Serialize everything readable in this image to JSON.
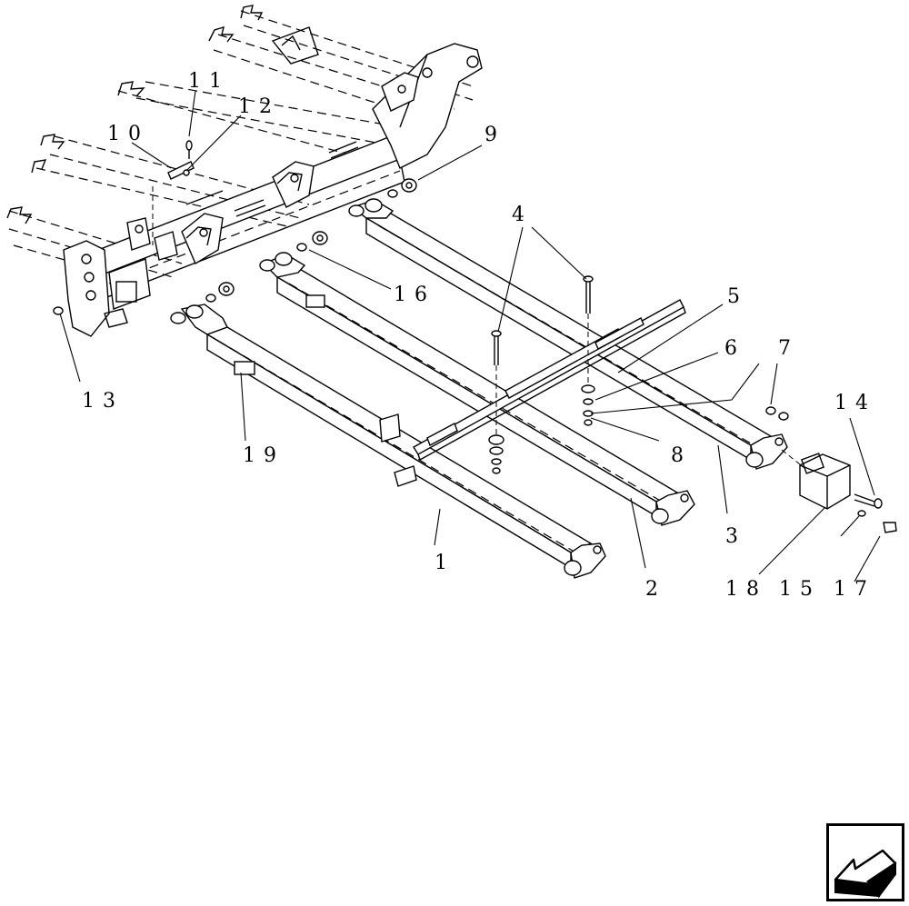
{
  "diagram": {
    "callouts": [
      {
        "id": "1",
        "text": "1"
      },
      {
        "id": "2",
        "text": "2"
      },
      {
        "id": "3",
        "text": "3"
      },
      {
        "id": "4",
        "text": "4"
      },
      {
        "id": "5",
        "text": "5"
      },
      {
        "id": "6",
        "text": "6"
      },
      {
        "id": "7",
        "text": "7"
      },
      {
        "id": "8",
        "text": "8"
      },
      {
        "id": "9",
        "text": "9"
      },
      {
        "id": "10",
        "text": "10"
      },
      {
        "id": "11",
        "text": "11"
      },
      {
        "id": "12",
        "text": "12"
      },
      {
        "id": "13",
        "text": "13"
      },
      {
        "id": "14",
        "text": "14"
      },
      {
        "id": "15",
        "text": "15"
      },
      {
        "id": "16",
        "text": "16"
      },
      {
        "id": "17",
        "text": "17"
      },
      {
        "id": "18",
        "text": "18"
      },
      {
        "id": "19",
        "text": "19"
      }
    ]
  },
  "navigation": {
    "icon": "previous-arrow-icon"
  },
  "colors": {
    "line": "#000000",
    "background": "#ffffff"
  }
}
